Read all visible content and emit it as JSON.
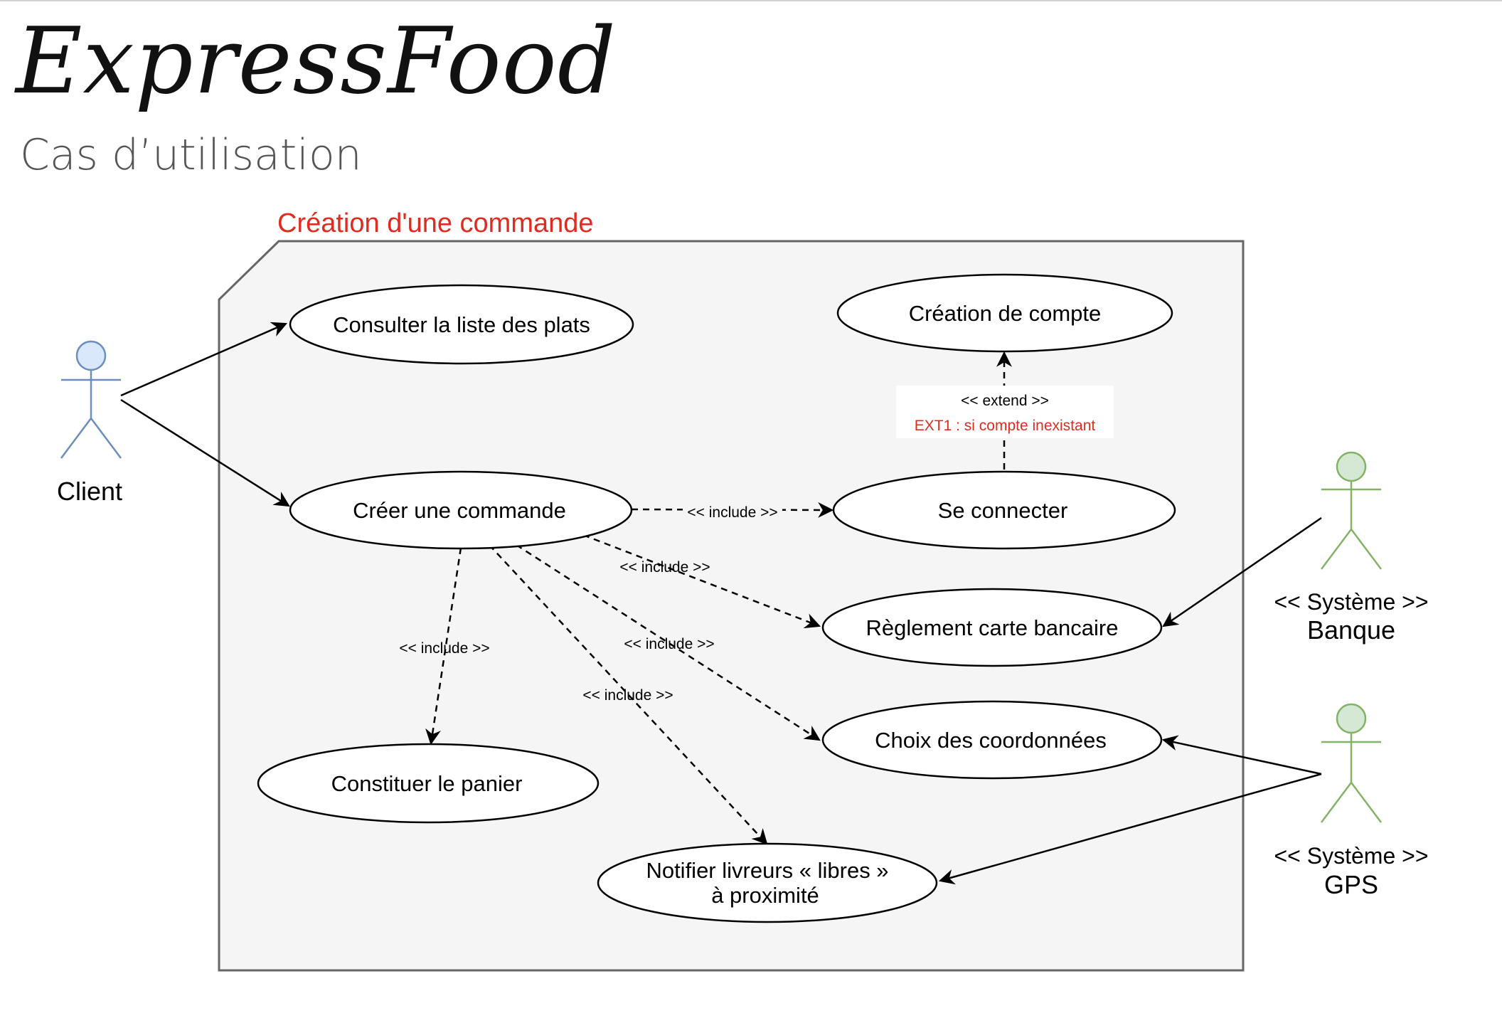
{
  "header": {
    "title": "ExpressFood",
    "subtitle": "Cas d’utilisation"
  },
  "system": {
    "label": "Création d'une commande",
    "label_color": "#e02b20"
  },
  "actors": {
    "client": {
      "name": "Client",
      "color": "#6c8ebf"
    },
    "banque": {
      "stereotype": "<< Système >>",
      "name": "Banque",
      "color": "#82b366"
    },
    "gps": {
      "stereotype": "<< Système >>",
      "name": "GPS",
      "color": "#82b366"
    }
  },
  "use_cases": {
    "consulter": "Consulter la liste des plats",
    "creer": "Créer une commande",
    "creation_compte": "Création de compte",
    "se_connecter": "Se connecter",
    "reglement": "Règlement carte bancaire",
    "choix": "Choix des coordonnées",
    "constituer": "Constituer le panier",
    "notifier_line1": "Notifier livreurs « libres »",
    "notifier_line2": "à proximité"
  },
  "relations": {
    "include": "<< include >>",
    "extend": "<< extend >>",
    "extend_condition": "EXT1 : si compte inexistant",
    "extend_condition_color": "#e02b20"
  }
}
